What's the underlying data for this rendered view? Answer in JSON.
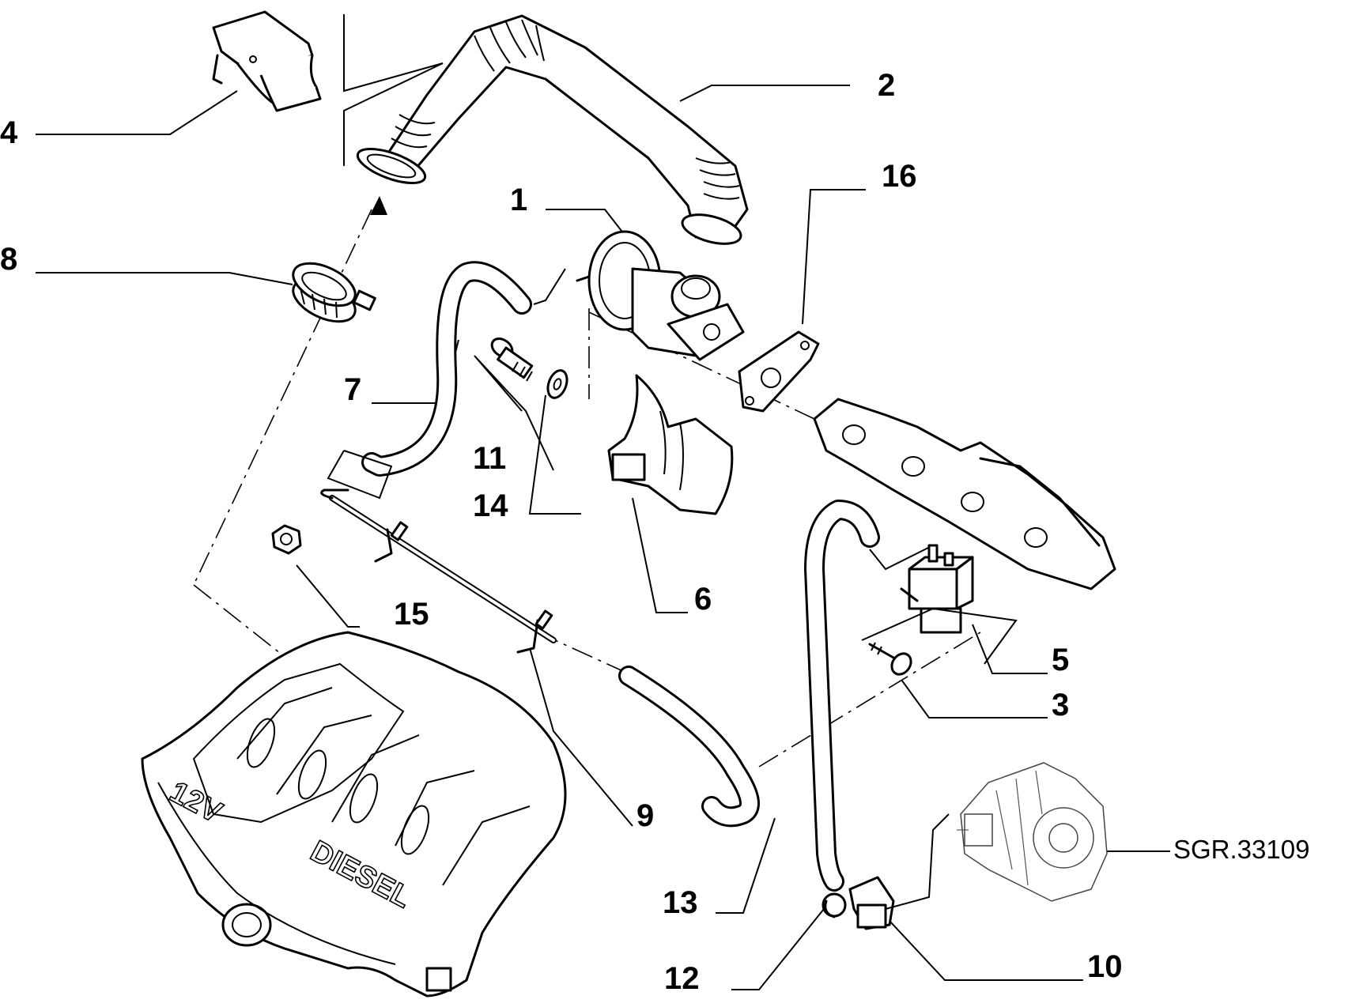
{
  "diagram": {
    "callouts": [
      "1",
      "2",
      "3",
      "4",
      "5",
      "6",
      "7",
      "8",
      "9",
      "10",
      "11",
      "12",
      "13",
      "14",
      "15",
      "16"
    ],
    "reference_label": "SGR.33109",
    "manifold_text": {
      "model": "12V",
      "fuel": "DIESEL"
    }
  }
}
